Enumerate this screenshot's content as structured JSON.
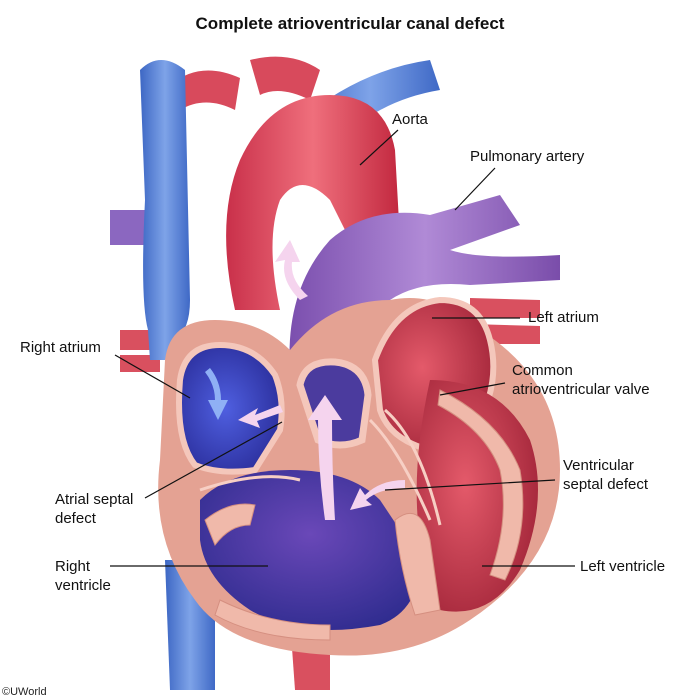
{
  "title": "Complete atrioventricular canal defect",
  "labels": {
    "aorta": "Aorta",
    "pulmonary_artery": "Pulmonary artery",
    "left_atrium": "Left atrium",
    "right_atrium": "Right atrium",
    "common_av_valve": [
      "Common",
      "atrioventricular valve"
    ],
    "atrial_septal_defect": [
      "Atrial septal",
      "defect"
    ],
    "ventricular_septal_defect": [
      "Ventricular",
      "septal defect"
    ],
    "right_ventricle": [
      "Right",
      "ventricle"
    ],
    "left_ventricle": "Left ventricle"
  },
  "copyright": "©UWorld",
  "colors": {
    "vena_cava_blue": "#5b86d6",
    "aorta_red": "#e0475a",
    "pulmonary_purple": "#9a6fc2",
    "heart_wall": "#f2b7a8",
    "right_chamber": "#3b3fb8",
    "left_chamber": "#c83a4c"
  }
}
